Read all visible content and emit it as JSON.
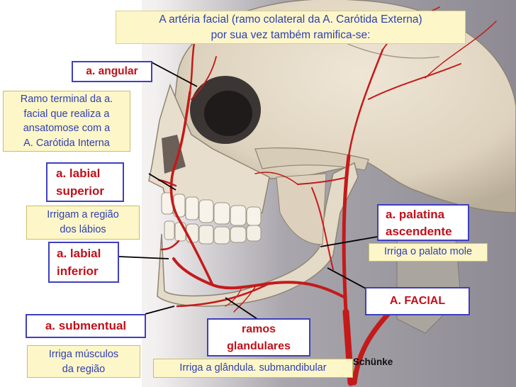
{
  "title": "A artéria facial (ramo colateral da A. Carótida Externa)\npor sua vez também ramifica-se:",
  "labels": {
    "angular": "a. angular",
    "ramo_terminal": "Ramo  terminal da a.\nfacial que realiza a\nansatomose com a\nA. Carótida Interna",
    "labial_superior": "a. labial\nsuperior",
    "irrigam_labios": "Irrigam a região\ndos lábios",
    "labial_inferior": "a. labial\ninferior",
    "submentual": "a. submentual",
    "irriga_musculos": "Irriga músculos\nda região",
    "ramos_glandulares": "ramos\nglandulares",
    "irriga_glandula": "Irriga a glândula. submandibular",
    "palatina_ascendente": "a. palatina\nascendente",
    "irriga_palato": "Irriga o palato mole",
    "facial": "A. FACIAL",
    "credit": "Schünke"
  },
  "colors": {
    "artery": "#c41a1a",
    "bone": "#e6dccb",
    "box_border": "#3f3fbf",
    "box_text_red": "#c0101a",
    "note_text_blue": "#3040b0",
    "note_bg": "#fdf6c8"
  }
}
